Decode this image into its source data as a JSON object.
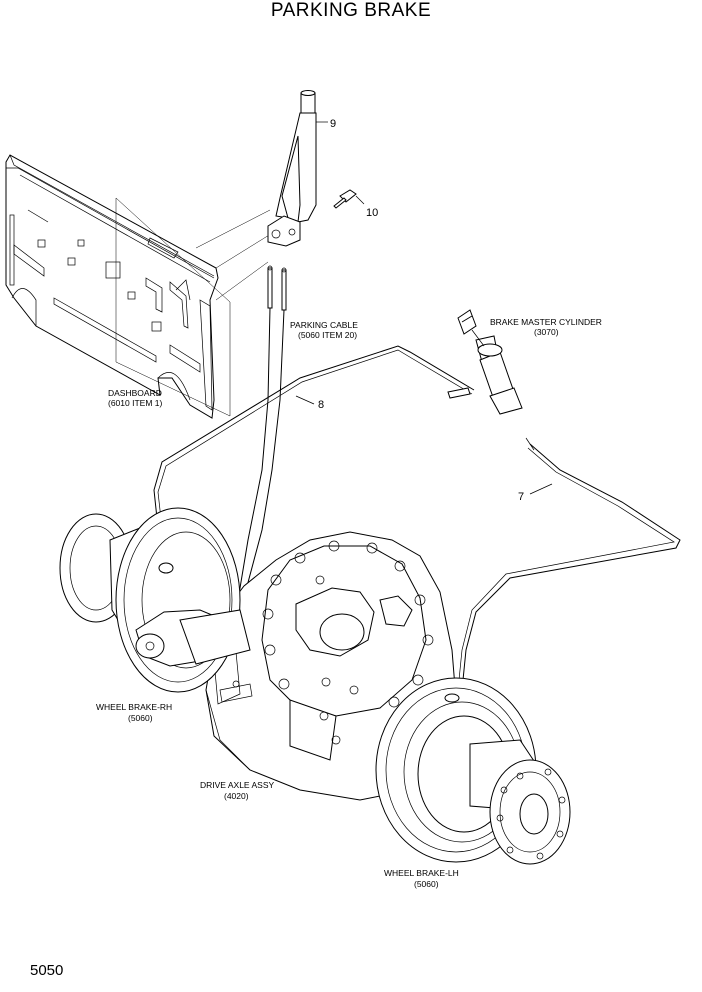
{
  "title": "PARKING BRAKE",
  "page_number": "5050",
  "callouts": {
    "n9": "9",
    "n10": "10",
    "n8": "8",
    "n7": "7"
  },
  "labels": {
    "parking_cable": [
      "PARKING CABLE",
      "(5060 ITEM 20)"
    ],
    "brake_master_cylinder": [
      "BRAKE MASTER CYLINDER",
      "(3070)"
    ],
    "dashboard": [
      "DASHBOARD",
      "(6010 ITEM 1)"
    ],
    "wheel_brake_rh": [
      "WHEEL BRAKE-RH",
      "(5060)"
    ],
    "drive_axle_assy": [
      "DRIVE AXLE ASSY",
      "(4020)"
    ],
    "wheel_brake_lh": [
      "WHEEL BRAKE-LH",
      "(5060)"
    ]
  }
}
